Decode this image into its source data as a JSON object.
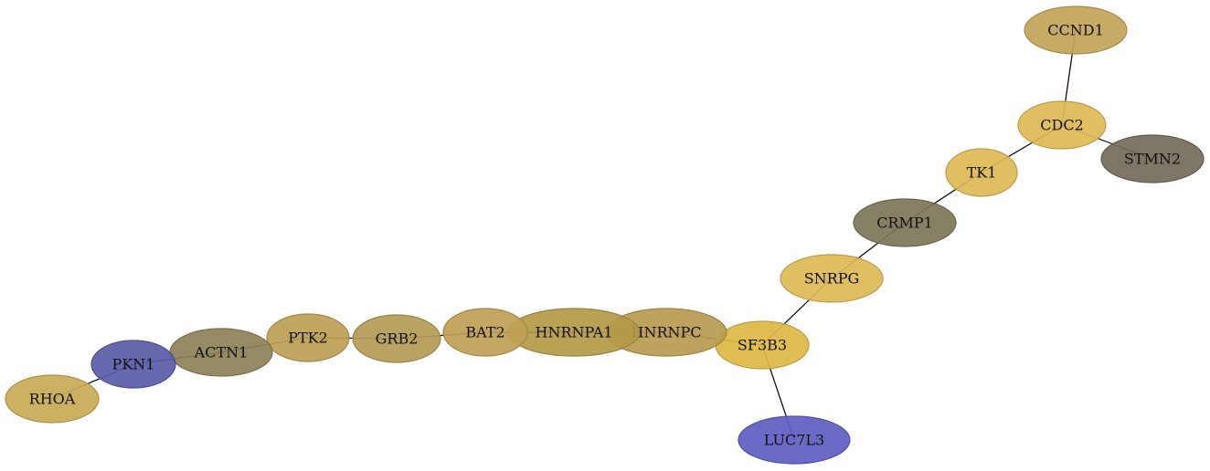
{
  "nodes": [
    {
      "id": "CCND1",
      "label": "CCND1",
      "color": "#C2A457"
    },
    {
      "id": "CDC2",
      "label": "CDC2",
      "color": "#DDB855"
    },
    {
      "id": "STMN2",
      "label": "STMN2",
      "color": "#736B5A"
    },
    {
      "id": "TK1",
      "label": "TK1",
      "color": "#DDB855"
    },
    {
      "id": "CRMP1",
      "label": "CRMP1",
      "color": "#7C7558"
    },
    {
      "id": "SNRPG",
      "label": "SNRPG",
      "color": "#DDB855"
    },
    {
      "id": "SF3B3",
      "label": "SF3B3",
      "color": "#DDB845"
    },
    {
      "id": "LUC7L3",
      "label": "LUC7L3",
      "color": "#5E5EC2"
    },
    {
      "id": "HNRNPC",
      "label": "HNRNPC",
      "color": "#B89B50"
    },
    {
      "id": "HNRNPA1",
      "label": "HNRNPA1",
      "color": "#B39948"
    },
    {
      "id": "BAT2",
      "label": "BAT2",
      "color": "#BFA055"
    },
    {
      "id": "GRB2",
      "label": "GRB2",
      "color": "#B39A55"
    },
    {
      "id": "PTK2",
      "label": "PTK2",
      "color": "#BDA055"
    },
    {
      "id": "ACTN1",
      "label": "ACTN1",
      "color": "#8E8158"
    },
    {
      "id": "PKN1",
      "label": "PKN1",
      "color": "#5B5BA8"
    },
    {
      "id": "RHOA",
      "label": "RHOA",
      "color": "#C9AA55"
    }
  ],
  "edges": [
    [
      "CCND1",
      "CDC2"
    ],
    [
      "CDC2",
      "STMN2"
    ],
    [
      "CDC2",
      "TK1"
    ],
    [
      "TK1",
      "CRMP1"
    ],
    [
      "CRMP1",
      "SNRPG"
    ],
    [
      "SNRPG",
      "SF3B3"
    ],
    [
      "SF3B3",
      "LUC7L3"
    ],
    [
      "SF3B3",
      "HNRNPC"
    ],
    [
      "HNRNPC",
      "HNRNPA1"
    ],
    [
      "HNRNPA1",
      "BAT2"
    ],
    [
      "BAT2",
      "GRB2"
    ],
    [
      "GRB2",
      "PTK2"
    ],
    [
      "PTK2",
      "ACTN1"
    ],
    [
      "ACTN1",
      "PKN1"
    ],
    [
      "PKN1",
      "RHOA"
    ]
  ]
}
